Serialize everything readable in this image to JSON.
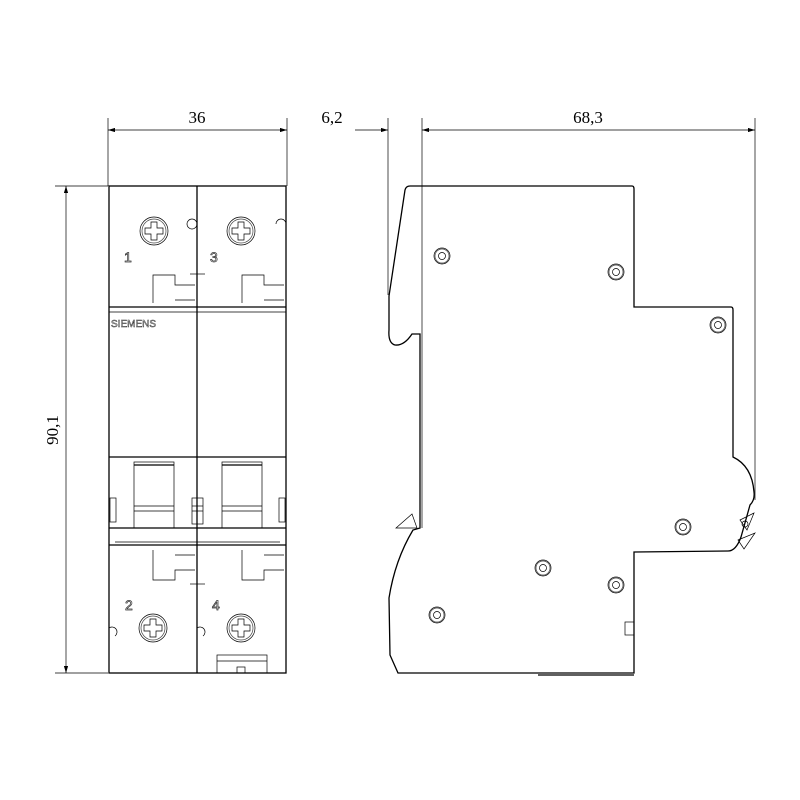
{
  "dimensions": {
    "width_front": "36",
    "height": "90,1",
    "offset_side": "6,2",
    "depth_side": "68,3"
  },
  "front_view": {
    "brand": "SIEMENS",
    "terminals": [
      "1",
      "3",
      "2",
      "4"
    ]
  },
  "colors": {
    "line": "#000000",
    "background": "#ffffff"
  }
}
